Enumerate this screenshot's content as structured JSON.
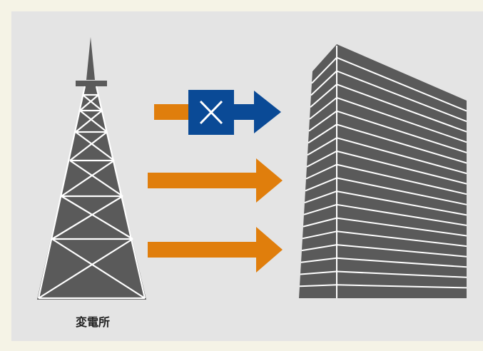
{
  "labels": {
    "substation": "変電所"
  },
  "icons": {
    "tower": "transmission-tower-icon",
    "building": "office-building-icon",
    "breaker": "circuit-breaker-open-icon"
  },
  "colors": {
    "background": "#f5f3e6",
    "panel": "#e4e4e4",
    "structure": "#5a5a5a",
    "line": "#ffffff",
    "feeder_active": "#e07e0c",
    "feeder_tripped": "#0a4a96"
  },
  "feeders": [
    {
      "state": "tripped"
    },
    {
      "state": "active"
    },
    {
      "state": "active"
    }
  ]
}
